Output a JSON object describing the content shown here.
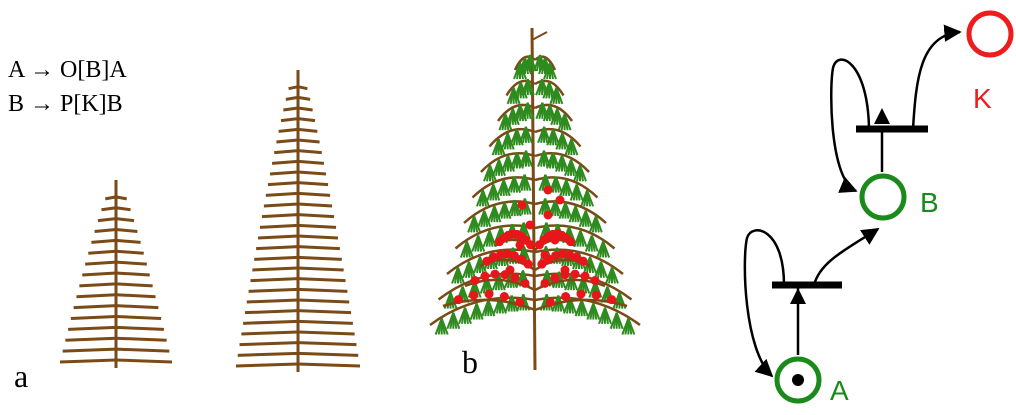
{
  "rules": [
    "A → O[B]A",
    "B → P[K]B"
  ],
  "panel_labels": {
    "a": "a",
    "b": "b"
  },
  "petri_net": {
    "places": [
      {
        "id": "A",
        "label": "A",
        "color": "#1a8a1a",
        "marked": true
      },
      {
        "id": "B",
        "label": "B",
        "color": "#1a8a1a",
        "marked": false
      },
      {
        "id": "K",
        "label": "K",
        "color": "#ee1c1c",
        "marked": false
      }
    ]
  },
  "colors": {
    "branch": "#7a4a17",
    "needle": "#2e8b1e",
    "fruit": "#e8151b",
    "arc": "#000000",
    "text": "#000000"
  }
}
